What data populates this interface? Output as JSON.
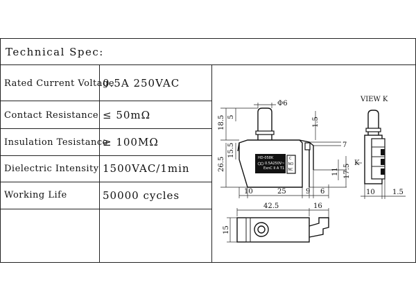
{
  "title": "Technical Spec:",
  "rows": [
    {
      "label": "Rated Current Voltage",
      "value": "0.5A 250VAC"
    },
    {
      "label": "Contact Resistance",
      "value": "≤ 50mΩ"
    },
    {
      "label": "Insulation Tesistance",
      "value": "≥ 100MΩ"
    },
    {
      "label": "Dielectric Intensity",
      "value": "1500VAC/1min"
    },
    {
      "label": "Working Life",
      "value": "50000 cycles"
    }
  ],
  "drawing": {
    "view_label": "VIEW K",
    "diameter": "Φ6",
    "dims": {
      "d18_5": "18.5",
      "d5": "5",
      "d1_5_top": "1.5",
      "d15_5": "15.5",
      "d26_5": "26.5",
      "d7": "7",
      "d11": "11",
      "d17_5": "17.5",
      "k": "K",
      "d10": "10",
      "d25": "25",
      "d9": "9",
      "d6": "6",
      "d10_side": "10",
      "d1_5_side": "1.5",
      "d42_5": "42.5",
      "d16": "16",
      "d15": "15"
    },
    "marking": {
      "model": "HD-058K",
      "rating": "0.5A250V~",
      "cert": "ExnC II A T1",
      "c": "C",
      "no": "NO",
      "nc": "NC"
    }
  }
}
